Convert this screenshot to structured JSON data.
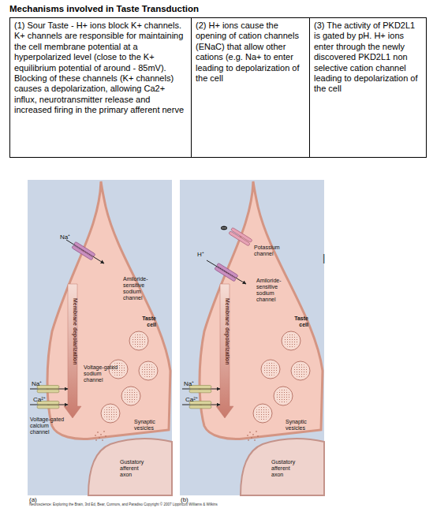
{
  "diagram": {
    "title": "Mechanisms involved in Taste Transduction",
    "caption": "Neuroscience: Exploring the Brain, 3rd Ed, Bear, Connors, and Paradiso Copyright © 2007 Lippincott Williams & Wilkins",
    "nodes": [
      {
        "text": [
          "(1) Sour Taste - H+ ions block K+ channels. K+ channels are responsible for maintaining the cell membrane potential at a hyperpolarized level (close to the K+ equilibrium potential of around - 85mV). Blocking of these channels (K+ channels) causes a depolarization, allowing Ca2+ influx, neurotransmitter release and increased firing in the primary afferent nerve"
        ]
      },
      {
        "text": [
          "(2) H+ ions cause the opening of cation channels (ENaC) that allow other cations (e.g. Na+ to enter leading to depolarization of the cell"
        ]
      },
      {
        "text": [
          "(3) The activity of PKD2L1 is gated by pH. H+ ions enter through the newly discovered PKD2L1 non selective cation channel leading to depolarization of the cell"
        ]
      }
    ],
    "labels": [
      "Na⁺",
      "Amiloride-sensitive sodium channel",
      "Taste cell",
      "Membrane depolarization",
      "Voltage-gated sodium channel",
      "Na⁺",
      "Ca²⁺",
      "Voltage-gated calcium channel",
      "Synaptic vesicles",
      "Gustatory afferent axon",
      "(a)",
      "H⁺",
      "Potassium channel",
      "Amiloride-sensitive sodium channel",
      "Taste cell",
      "Membrane depolarization",
      "Na⁺",
      "Ca²⁺",
      "Synaptic vesicles",
      "Gustatory afferent axon",
      "(b)",
      "|"
    ]
  }
}
